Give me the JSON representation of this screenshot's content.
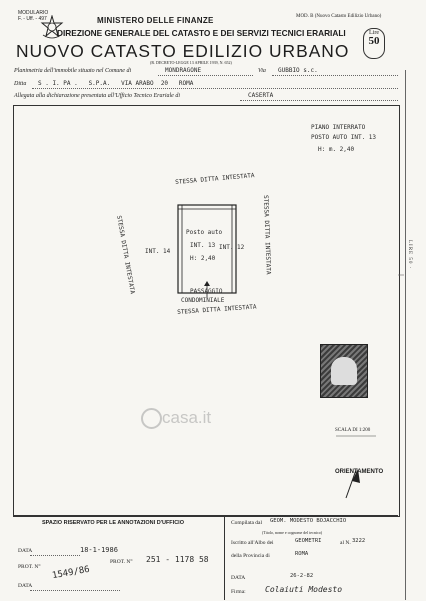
{
  "header": {
    "modello_line1": "MODULARIO",
    "modello_line2": "F. - Uff. - 497",
    "ministry": "MINISTERO DELLE FINANZE",
    "direzione": "DIREZIONE GENERALE DEL CATASTO E DEI SERVIZI TECNICI ERARIALI",
    "title": "NUOVO CATASTO EDILIZIO URBANO",
    "decreto": "(R. DECRETO-LEGGE 13 APRILE 1939, N. 652)",
    "mod_b": "MOD. B (Nuovo Catasto Edilizio Urbano)",
    "lire_label": "Lire",
    "lire_value": "50"
  },
  "fields": {
    "planimetria_label": "Planimetria dell'immobile situato nel Comune di",
    "comune_value": "MONDRAGONE",
    "via_label": "Via",
    "via_value": "GUBBIO s.c.",
    "ditta_label": "Ditta",
    "ditta_value": "S . I. PA .   S.P.A.   VIA ARABO  20   ROMA",
    "allegata_label": "Allegata alla dichiarazione presentata all'Ufficio Tecnico Erariale di",
    "allegata_value": "CASERTA"
  },
  "plan": {
    "note_line1": "PIANO INTERRATO",
    "note_line2": "POSTO AUTO INT. 13",
    "note_line3": "H: m. 2,40",
    "top_label": "STESSA DITTA INTESTATA",
    "right_label": "STESSA DITTA INTESTATA",
    "left_label": "STESSA DITTA INTESTATA",
    "left_int": "INT. 14",
    "right_int": "INT. 12",
    "room_line1": "Posto auto",
    "room_line2": "INT. 13",
    "room_line3": "H: 2,40",
    "passage_line1": "PASSAGGIO",
    "passage_line2": "CONDOMINIALE",
    "bottom_label": "STESSA DITTA INTESTATA",
    "scale_label": "SCALA DI 1:200",
    "orientamento": "ORIENTAMENTO"
  },
  "watermark": {
    "text": "casa.it"
  },
  "side": {
    "text": "LIRE 50 ·"
  },
  "bottom": {
    "riservato": "SPAZIO RISERVATO PER LE ANNOTAZIONI D'UFFICIO",
    "data_label1": "DATA",
    "data_value1": "18-1-1986",
    "prot_label": "PROT. N°",
    "prot_value1": "1549/86",
    "data_label2": "DATA",
    "prot_value2": "251 - 1178 58",
    "compilata_label": "Compilata dal",
    "compilata_value": "GEOM. MODESTO BOJACCHIO",
    "titolo_note": "(Titolo, nome e cognome del tecnico)",
    "iscritto_label": "Iscritto all'Albo dei",
    "iscritto_value": "GEOMETRI",
    "al_n_label": "al N.",
    "al_n_value": "3222",
    "provincia_label": "della Provincia di",
    "provincia_value": "ROMA",
    "data_label3": "DATA",
    "data_value3": "26-2-82",
    "firma_label": "Firma:",
    "firma_value": "Colaiuti  Modesto"
  }
}
